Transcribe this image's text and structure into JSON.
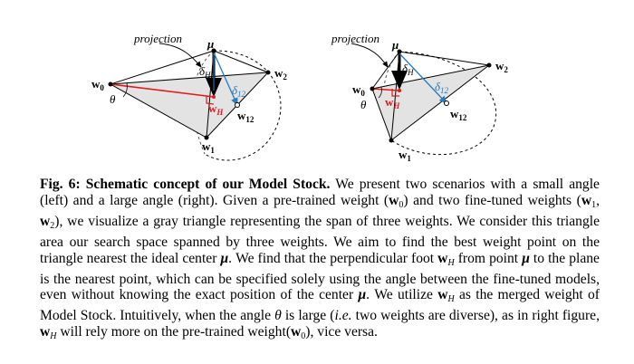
{
  "figure": {
    "left": {
      "projection_label": "projection",
      "points": {
        "w0": "w",
        "w0_sub": "0",
        "w1": "w",
        "w1_sub": "1",
        "w2": "w",
        "w2_sub": "2",
        "wH": "w",
        "wH_sub": "H",
        "w12": "w",
        "w12_sub": "12",
        "mu": "μ"
      },
      "deltaH": "δ",
      "deltaH_sub": "H",
      "delta12": "δ",
      "delta12_sub": "12",
      "theta": "θ"
    },
    "right": {
      "projection_label": "projection",
      "points": {
        "w0": "w",
        "w0_sub": "0",
        "w1": "w",
        "w1_sub": "1",
        "w2": "w",
        "w2_sub": "2",
        "wH": "w",
        "wH_sub": "H",
        "w12": "w",
        "w12_sub": "12",
        "mu": "μ"
      },
      "deltaH": "δ",
      "deltaH_sub": "H",
      "delta12": "δ",
      "delta12_sub": "12",
      "theta": "θ"
    }
  },
  "caption": {
    "label": "Fig. 6:",
    "title": "Schematic concept of our Model Stock.",
    "s1": " We present two scenarios with a small angle (left) and a large angle (right). Given a pre-trained weight (",
    "w0": "w",
    "w0_sub": "0",
    "s2": ") and two fine-tuned weights (",
    "w1": "w",
    "w1_sub": "1",
    "s3": ", ",
    "w2": "w",
    "w2_sub": "2",
    "s4": "), we visualize a gray triangle representing the span of three weights. We consider this triangle area our search space spanned by three weights. We aim to find the best weight point on the triangle nearest the ideal center ",
    "mu1": "μ",
    "s5": ". We find that the perpendicular foot ",
    "wH1": "w",
    "wH1_sub": "H",
    "s6": " from point ",
    "mu2": "μ",
    "s7": " to the plane is the nearest point, which can be specified solely using the angle between the fine-tuned models, even without knowing the exact position of the center ",
    "mu3": "μ",
    "s8": ". We utilize ",
    "wH2": "w",
    "wH2_sub": "H",
    "s9": " as the merged weight of Model Stock. Intuitively, when the angle ",
    "theta": "θ",
    "s10": " is large (",
    "ie": "i.e.",
    "s11": " two weights are diverse), as in right figure, ",
    "wH3": "w",
    "wH3_sub": "H",
    "s12": " will rely more on the pre-trained weight(",
    "w0b": "w",
    "w0b_sub": "0",
    "s13": "), vice versa."
  }
}
